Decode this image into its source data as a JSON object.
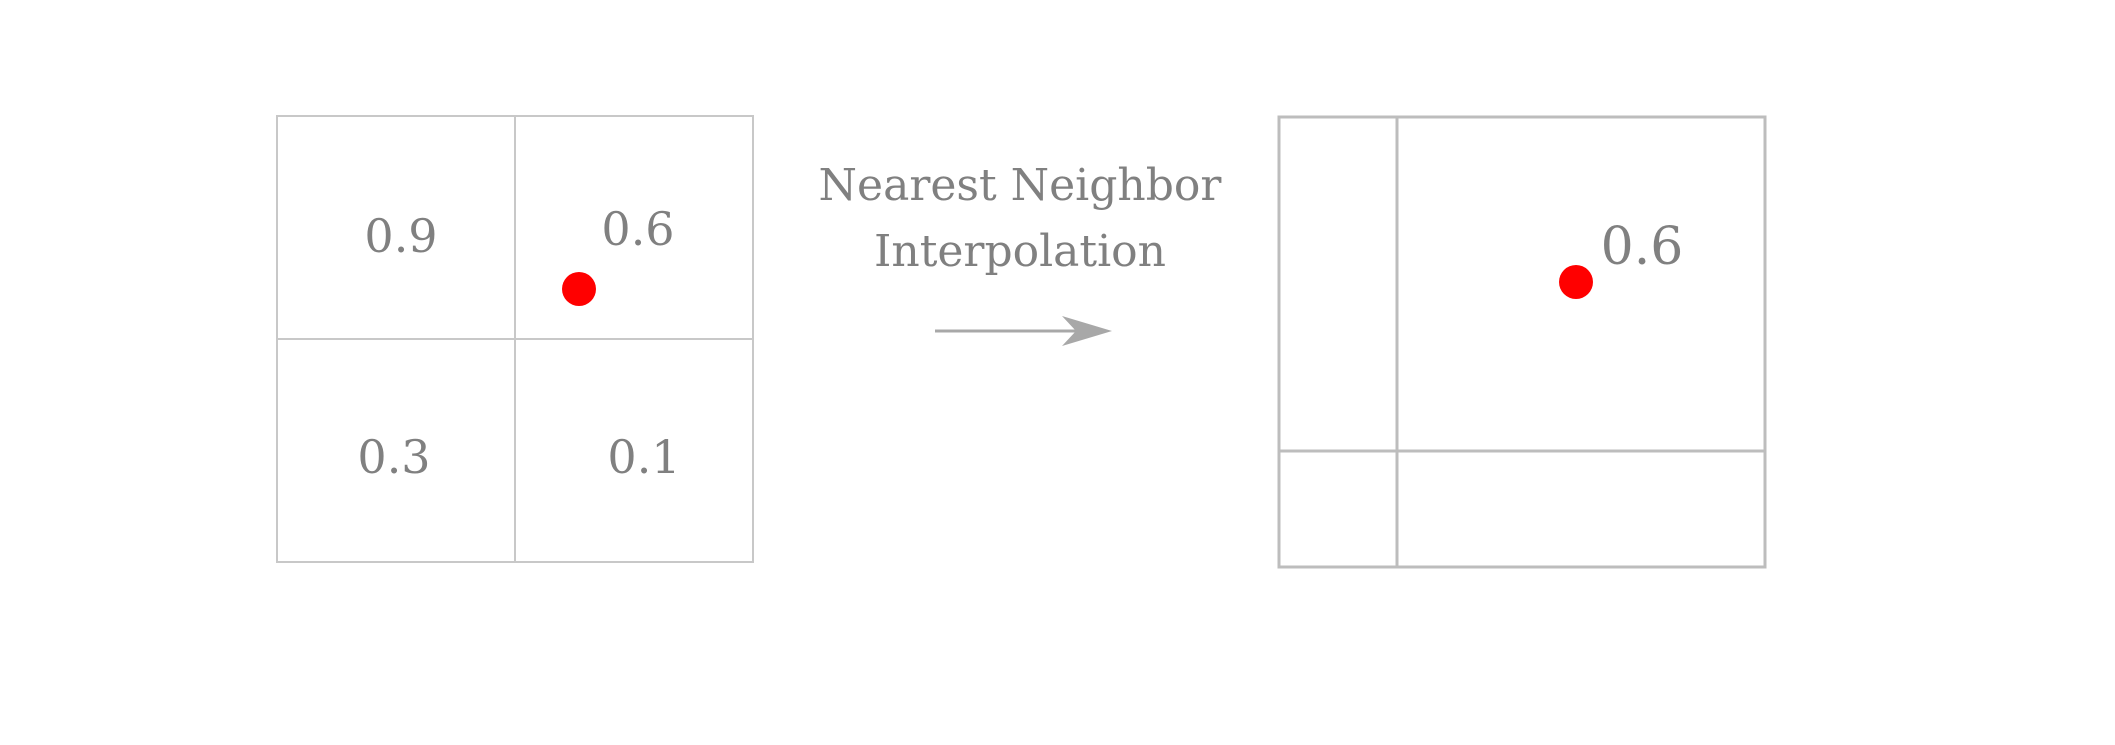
{
  "title": {
    "line1": "Nearest Neighbor",
    "line2": "Interpolation"
  },
  "source_grid": {
    "cells": [
      {
        "position": "top-left",
        "value": "0.9"
      },
      {
        "position": "top-right",
        "value": "0.6"
      },
      {
        "position": "bottom-left",
        "value": "0.3"
      },
      {
        "position": "bottom-right",
        "value": "0.1"
      }
    ]
  },
  "result_grid": {
    "value": "0.6"
  },
  "colors": {
    "grid_line": "#c8c8c8",
    "result_grid_line": "#bdbdbd",
    "text": "#808080",
    "sample_point": "#ff0000",
    "arrow": "#a8a8a8"
  },
  "icons": {
    "arrow": "right-arrow-icon",
    "sample_point": "red-dot-marker"
  }
}
